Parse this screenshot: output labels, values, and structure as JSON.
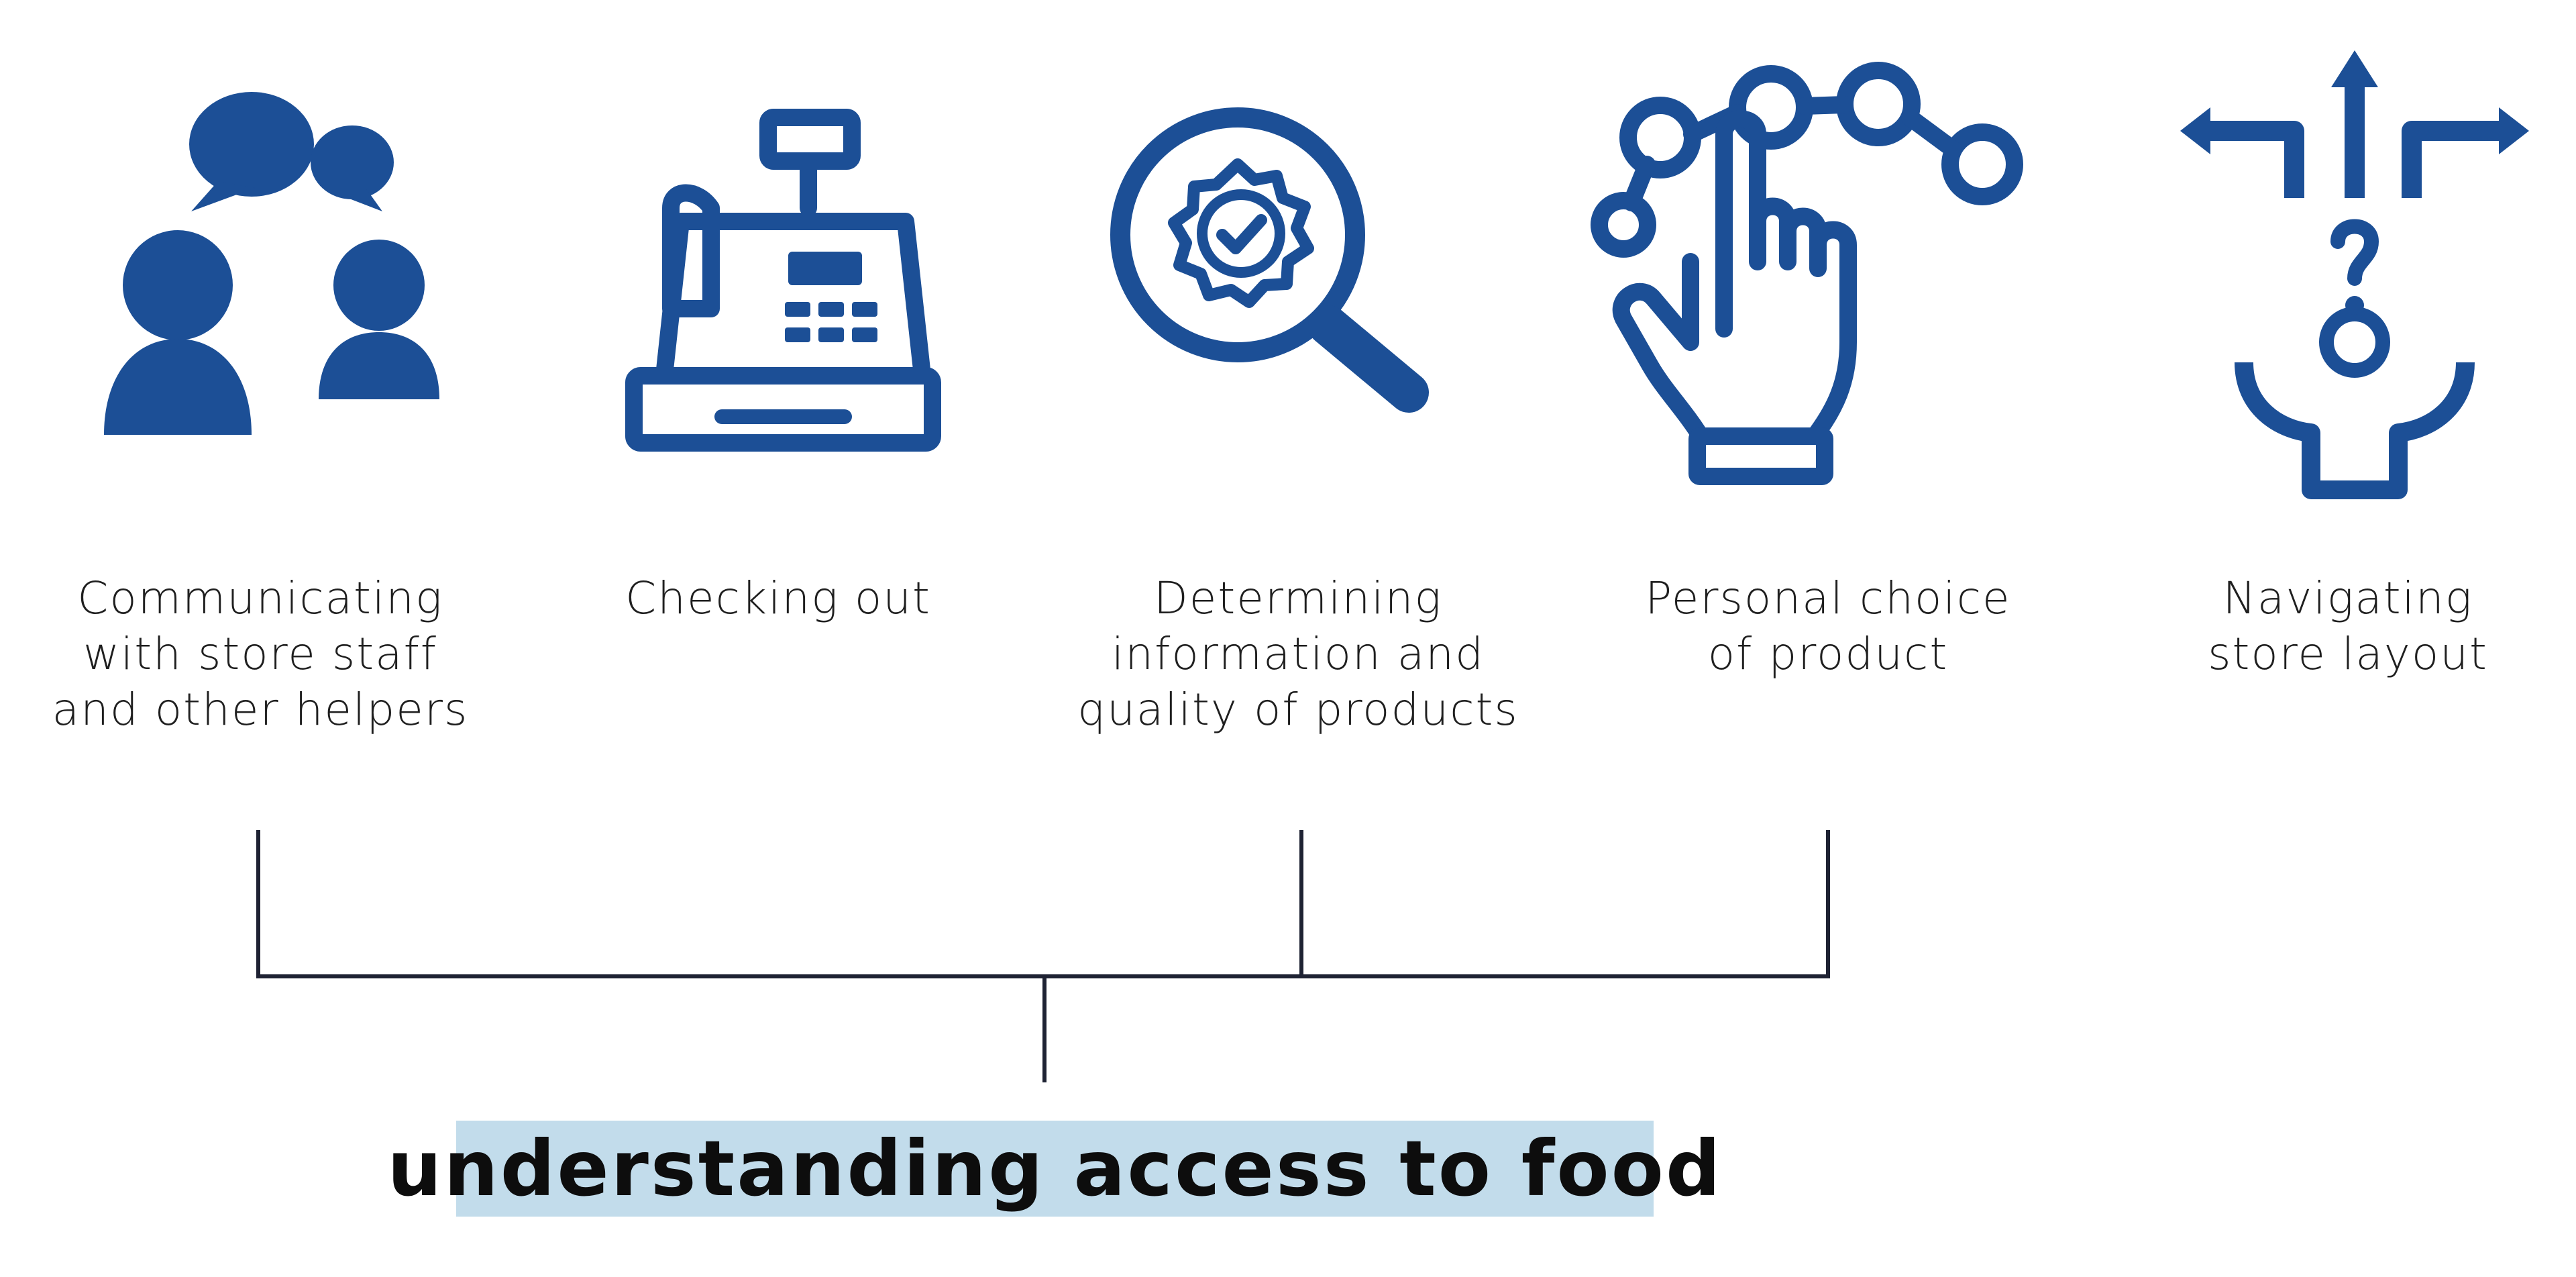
{
  "colors": {
    "icon": "#1c4f96",
    "connector": "#1e2233",
    "highlight": "#c2dceb",
    "text": "#1f1f1f"
  },
  "items": [
    {
      "icon": "conversation-icon",
      "lines": [
        "Communicating",
        "with store staff",
        "and other helpers"
      ]
    },
    {
      "icon": "cash-register-icon",
      "lines": [
        "Checking out"
      ]
    },
    {
      "icon": "magnifier-quality-icon",
      "lines": [
        "Determining",
        "information and",
        "quality of products"
      ]
    },
    {
      "icon": "hand-select-icon",
      "lines": [
        "Personal choice",
        "of product"
      ]
    },
    {
      "icon": "direction-choice-icon",
      "lines": [
        "Navigating",
        "store layout"
      ]
    }
  ],
  "summary": {
    "text": "understanding access to food"
  }
}
